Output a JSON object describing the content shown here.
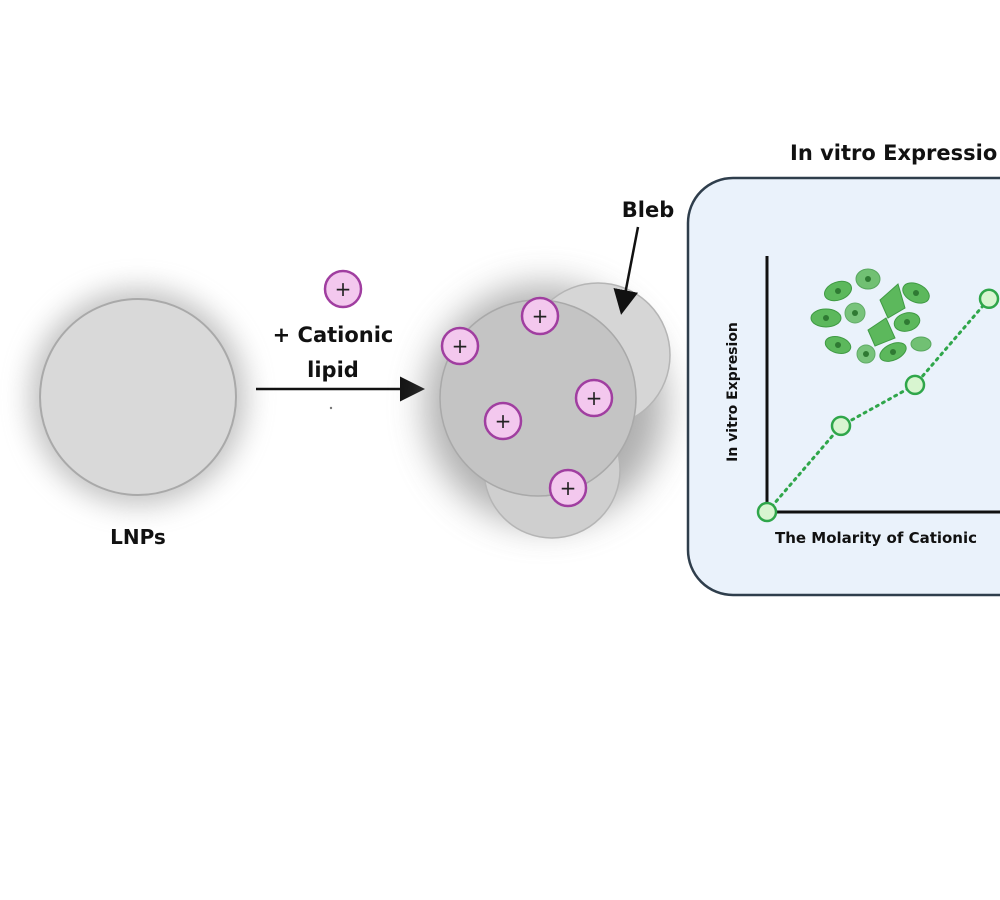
{
  "labels": {
    "lnps": "LNPs",
    "cationic_line1": "+ Cationic",
    "cationic_line2": "lipid",
    "bleb": "Bleb",
    "charge_symbol": "+"
  },
  "panel": {
    "title": "In vitro Expressio",
    "y_axis_label": "In vitro Expresion",
    "x_axis_label": "The Molarity of Cationic"
  },
  "colors": {
    "lipid_fill": "#f3c8ee",
    "lipid_stroke": "#a03ea0",
    "panel_bg": "#eaf2fb",
    "panel_stroke": "#2f3e4c",
    "trend_point_fill": "#d8f5d0",
    "trend_point_stroke": "#2fa64a",
    "cell_color": "#5cb85c"
  },
  "chart_data": {
    "type": "line",
    "points": [
      {
        "x": 0,
        "y": 0
      },
      {
        "x": 1,
        "y": 1.05
      },
      {
        "x": 2,
        "y": 1.55
      },
      {
        "x": 3,
        "y": 2.6
      }
    ]
  }
}
